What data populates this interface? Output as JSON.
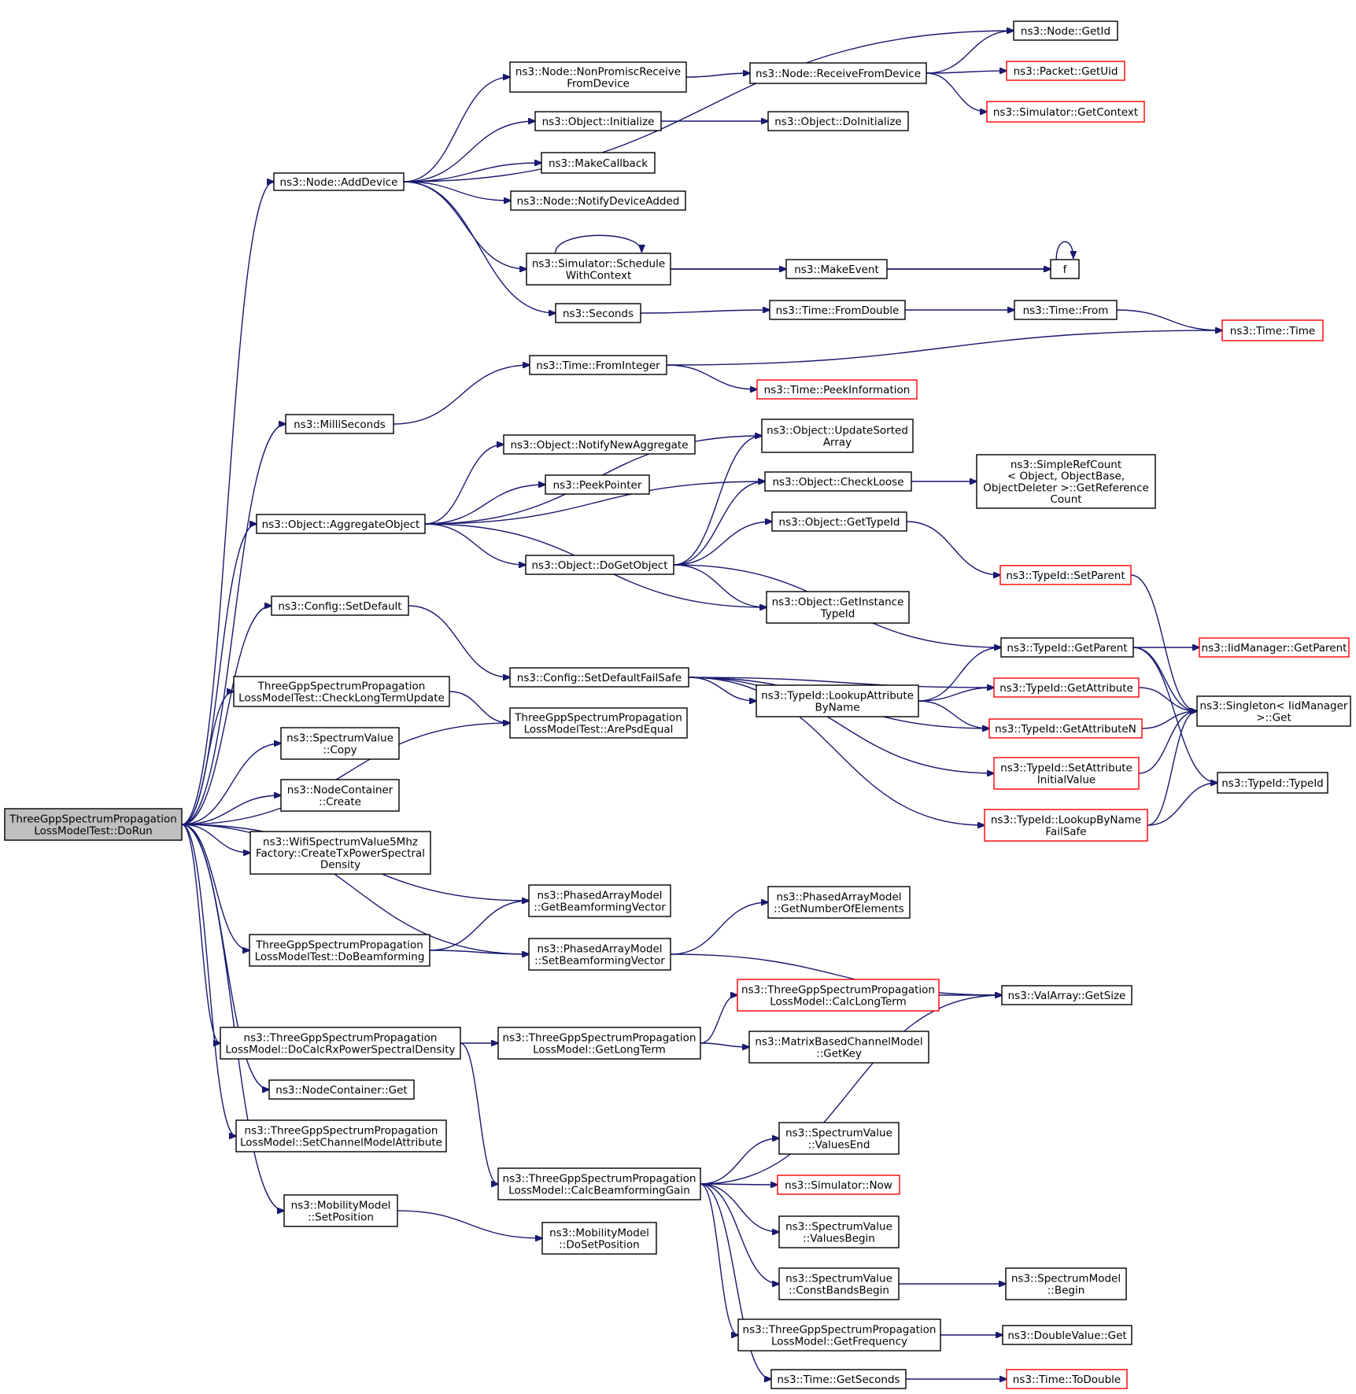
{
  "graph": {
    "edge_color": "#191970",
    "root_fill": "#bfbfbf",
    "truncated_border_color": "#ff0000",
    "nodes": [
      {
        "id": "dorun",
        "label": [
          "ThreeGppSpectrumPropagation",
          "LossModelTest::DoRun"
        ],
        "root": true
      },
      {
        "id": "adddevice",
        "label": [
          "ns3::Node::AddDevice"
        ]
      },
      {
        "id": "nonpromisc",
        "label": [
          "ns3::Node::NonPromiscReceive",
          "FromDevice"
        ]
      },
      {
        "id": "receivefromdevice",
        "label": [
          "ns3::Node::ReceiveFromDevice"
        ]
      },
      {
        "id": "nodegetid",
        "label": [
          "ns3::Node::GetId"
        ]
      },
      {
        "id": "packetgetuid",
        "label": [
          "ns3::Packet::GetUid"
        ],
        "truncated": true
      },
      {
        "id": "simgetcontext",
        "label": [
          "ns3::Simulator::GetContext"
        ],
        "truncated": true
      },
      {
        "id": "objinitialize",
        "label": [
          "ns3::Object::Initialize"
        ]
      },
      {
        "id": "objdoinitialize",
        "label": [
          "ns3::Object::DoInitialize"
        ]
      },
      {
        "id": "makecallback",
        "label": [
          "ns3::MakeCallback"
        ]
      },
      {
        "id": "notifydeviceadded",
        "label": [
          "ns3::Node::NotifyDeviceAdded"
        ]
      },
      {
        "id": "schedulewithcontext",
        "label": [
          "ns3::Simulator::Schedule",
          "WithContext"
        ]
      },
      {
        "id": "makeevent",
        "label": [
          "ns3::MakeEvent"
        ]
      },
      {
        "id": "f",
        "label": [
          "f"
        ]
      },
      {
        "id": "seconds",
        "label": [
          "ns3::Seconds"
        ]
      },
      {
        "id": "timefromdouble",
        "label": [
          "ns3::Time::FromDouble"
        ]
      },
      {
        "id": "timefrom",
        "label": [
          "ns3::Time::From"
        ]
      },
      {
        "id": "timetime",
        "label": [
          "ns3::Time::Time"
        ],
        "truncated": true
      },
      {
        "id": "timefrominteger",
        "label": [
          "ns3::Time::FromInteger"
        ]
      },
      {
        "id": "timepeekinfo",
        "label": [
          "ns3::Time::PeekInformation"
        ],
        "truncated": true
      },
      {
        "id": "milliseconds",
        "label": [
          "ns3::MilliSeconds"
        ]
      },
      {
        "id": "updatesortedarray",
        "label": [
          "ns3::Object::UpdateSorted",
          "Array"
        ]
      },
      {
        "id": "notifynewaggregate",
        "label": [
          "ns3::Object::NotifyNewAggregate"
        ]
      },
      {
        "id": "peekpointer",
        "label": [
          "ns3::PeekPointer"
        ]
      },
      {
        "id": "checkloose",
        "label": [
          "ns3::Object::CheckLoose"
        ]
      },
      {
        "id": "simplerefcount",
        "label": [
          "ns3::SimpleRefCount",
          "< Object, ObjectBase,",
          "ObjectDeleter >::GetReference",
          "Count"
        ]
      },
      {
        "id": "aggregateobject",
        "label": [
          "ns3::Object::AggregateObject"
        ]
      },
      {
        "id": "objgettypeid",
        "label": [
          "ns3::Object::GetTypeId"
        ]
      },
      {
        "id": "dogetobject",
        "label": [
          "ns3::Object::DoGetObject"
        ]
      },
      {
        "id": "typeidsetparent",
        "label": [
          "ns3::TypeId::SetParent"
        ],
        "truncated": true
      },
      {
        "id": "getinstancetypeid",
        "label": [
          "ns3::Object::GetInstance",
          "TypeId"
        ]
      },
      {
        "id": "configsetdefault",
        "label": [
          "ns3::Config::SetDefault"
        ]
      },
      {
        "id": "typeidgetparent",
        "label": [
          "ns3::TypeId::GetParent"
        ]
      },
      {
        "id": "iidmanagergetparent",
        "label": [
          "ns3::IidManager::GetParent"
        ],
        "truncated": true
      },
      {
        "id": "setdefaultfailsafe",
        "label": [
          "ns3::Config::SetDefaultFailSafe"
        ]
      },
      {
        "id": "lookupattributebyname",
        "label": [
          "ns3::TypeId::LookupAttribute",
          "ByName"
        ]
      },
      {
        "id": "typeidgetattribute",
        "label": [
          "ns3::TypeId::GetAttribute"
        ],
        "truncated": true
      },
      {
        "id": "singletonget",
        "label": [
          "ns3::Singleton< IidManager",
          ">::Get"
        ]
      },
      {
        "id": "checklongtermupdate",
        "label": [
          "ThreeGppSpectrumPropagation",
          "LossModelTest::CheckLongTermUpdate"
        ]
      },
      {
        "id": "arepsdequal",
        "label": [
          "ThreeGppSpectrumPropagation",
          "LossModelTest::ArePsdEqual"
        ]
      },
      {
        "id": "getattributen",
        "label": [
          "ns3::TypeId::GetAttributeN"
        ],
        "truncated": true
      },
      {
        "id": "spectrumvaluecopy",
        "label": [
          "ns3::SpectrumValue",
          "::Copy"
        ]
      },
      {
        "id": "setattributeinitialvalue",
        "label": [
          "ns3::TypeId::SetAttribute",
          "InitialValue"
        ],
        "truncated": true
      },
      {
        "id": "typeidtypeid",
        "label": [
          "ns3::TypeId::TypeId"
        ]
      },
      {
        "id": "nodecontainercreate",
        "label": [
          "ns3::NodeContainer",
          "::Create"
        ]
      },
      {
        "id": "lookupbynamefailsafe",
        "label": [
          "ns3::TypeId::LookupByName",
          "FailSafe"
        ],
        "truncated": true
      },
      {
        "id": "wifispectrum",
        "label": [
          "ns3::WifiSpectrumValue5Mhz",
          "Factory::CreateTxPowerSpectral",
          "Density"
        ]
      },
      {
        "id": "getbeamformingvector",
        "label": [
          "ns3::PhasedArrayModel",
          "::GetBeamformingVector"
        ]
      },
      {
        "id": "getnumberofelements",
        "label": [
          "ns3::PhasedArrayModel",
          "::GetNumberOfElements"
        ]
      },
      {
        "id": "dobeamforming",
        "label": [
          "ThreeGppSpectrumPropagation",
          "LossModelTest::DoBeamforming"
        ]
      },
      {
        "id": "setbeamformingvector",
        "label": [
          "ns3::PhasedArrayModel",
          "::SetBeamformingVector"
        ]
      },
      {
        "id": "calclongterm",
        "label": [
          "ns3::ThreeGppSpectrumPropagation",
          "LossModel::CalcLongTerm"
        ],
        "truncated": true
      },
      {
        "id": "valarraygetsize",
        "label": [
          "ns3::ValArray::GetSize"
        ]
      },
      {
        "id": "docalcrx",
        "label": [
          "ns3::ThreeGppSpectrumPropagation",
          "LossModel::DoCalcRxPowerSpectralDensity"
        ]
      },
      {
        "id": "getlongterm",
        "label": [
          "ns3::ThreeGppSpectrumPropagation",
          "LossModel::GetLongTerm"
        ]
      },
      {
        "id": "matrixgetkey",
        "label": [
          "ns3::MatrixBasedChannelModel",
          "::GetKey"
        ]
      },
      {
        "id": "nodecontainerget",
        "label": [
          "ns3::NodeContainer::Get"
        ]
      },
      {
        "id": "setchannelmodelattr",
        "label": [
          "ns3::ThreeGppSpectrumPropagation",
          "LossModel::SetChannelModelAttribute"
        ]
      },
      {
        "id": "valuesend",
        "label": [
          "ns3::SpectrumValue",
          "::ValuesEnd"
        ]
      },
      {
        "id": "calcbeamforminggain",
        "label": [
          "ns3::ThreeGppSpectrumPropagation",
          "LossModel::CalcBeamformingGain"
        ]
      },
      {
        "id": "simulatornow",
        "label": [
          "ns3::Simulator::Now"
        ],
        "truncated": true
      },
      {
        "id": "mobilitysetposition",
        "label": [
          "ns3::MobilityModel",
          "::SetPosition"
        ]
      },
      {
        "id": "valuesbegin",
        "label": [
          "ns3::SpectrumValue",
          "::ValuesBegin"
        ]
      },
      {
        "id": "mobilitydosetposition",
        "label": [
          "ns3::MobilityModel",
          "::DoSetPosition"
        ]
      },
      {
        "id": "constbandsbegin",
        "label": [
          "ns3::SpectrumValue",
          "::ConstBandsBegin"
        ]
      },
      {
        "id": "spectrummodelbegin",
        "label": [
          "ns3::SpectrumModel",
          "::Begin"
        ]
      },
      {
        "id": "getfrequency",
        "label": [
          "ns3::ThreeGppSpectrumPropagation",
          "LossModel::GetFrequency"
        ]
      },
      {
        "id": "doublevalueget",
        "label": [
          "ns3::DoubleValue::Get"
        ]
      },
      {
        "id": "timegetseconds",
        "label": [
          "ns3::Time::GetSeconds"
        ]
      },
      {
        "id": "timetodouble",
        "label": [
          "ns3::Time::ToDouble"
        ],
        "truncated": true
      }
    ],
    "edges": [
      [
        "dorun",
        "adddevice"
      ],
      [
        "dorun",
        "milliseconds"
      ],
      [
        "dorun",
        "aggregateobject"
      ],
      [
        "dorun",
        "configsetdefault"
      ],
      [
        "dorun",
        "arepsdequal"
      ],
      [
        "dorun",
        "checklongtermupdate"
      ],
      [
        "dorun",
        "spectrumvaluecopy"
      ],
      [
        "dorun",
        "nodecontainercreate"
      ],
      [
        "dorun",
        "wifispectrum"
      ],
      [
        "dorun",
        "getbeamformingvector"
      ],
      [
        "dorun",
        "dobeamforming"
      ],
      [
        "dorun",
        "setbeamformingvector"
      ],
      [
        "dorun",
        "docalcrx"
      ],
      [
        "dorun",
        "nodecontainerget"
      ],
      [
        "dorun",
        "setchannelmodelattr"
      ],
      [
        "dorun",
        "mobilitysetposition"
      ],
      [
        "adddevice",
        "nodegetid"
      ],
      [
        "adddevice",
        "nonpromisc"
      ],
      [
        "adddevice",
        "objinitialize"
      ],
      [
        "adddevice",
        "makecallback"
      ],
      [
        "adddevice",
        "notifydeviceadded"
      ],
      [
        "adddevice",
        "schedulewithcontext"
      ],
      [
        "adddevice",
        "seconds"
      ],
      [
        "nonpromisc",
        "receivefromdevice"
      ],
      [
        "receivefromdevice",
        "nodegetid"
      ],
      [
        "receivefromdevice",
        "packetgetuid"
      ],
      [
        "receivefromdevice",
        "simgetcontext"
      ],
      [
        "objinitialize",
        "objdoinitialize"
      ],
      [
        "schedulewithcontext",
        "schedulewithcontext"
      ],
      [
        "schedulewithcontext",
        "f"
      ],
      [
        "schedulewithcontext",
        "makeevent"
      ],
      [
        "makeevent",
        "f"
      ],
      [
        "f",
        "f"
      ],
      [
        "seconds",
        "timefromdouble"
      ],
      [
        "timefromdouble",
        "timefrom"
      ],
      [
        "timefrom",
        "timetime"
      ],
      [
        "milliseconds",
        "timefrominteger"
      ],
      [
        "timefrominteger",
        "timetime"
      ],
      [
        "timefrominteger",
        "timepeekinfo"
      ],
      [
        "aggregateobject",
        "updatesortedarray"
      ],
      [
        "aggregateobject",
        "notifynewaggregate"
      ],
      [
        "aggregateobject",
        "peekpointer"
      ],
      [
        "aggregateobject",
        "checkloose"
      ],
      [
        "aggregateobject",
        "dogetobject"
      ],
      [
        "aggregateobject",
        "getinstancetypeid"
      ],
      [
        "dogetobject",
        "updatesortedarray"
      ],
      [
        "dogetobject",
        "checkloose"
      ],
      [
        "dogetobject",
        "objgettypeid"
      ],
      [
        "dogetobject",
        "getinstancetypeid"
      ],
      [
        "dogetobject",
        "typeidgetparent"
      ],
      [
        "checkloose",
        "simplerefcount"
      ],
      [
        "objgettypeid",
        "typeidsetparent"
      ],
      [
        "typeidsetparent",
        "singletonget"
      ],
      [
        "configsetdefault",
        "setdefaultfailsafe"
      ],
      [
        "setdefaultfailsafe",
        "typeidgetattribute"
      ],
      [
        "setdefaultfailsafe",
        "lookupattributebyname"
      ],
      [
        "setdefaultfailsafe",
        "getattributen"
      ],
      [
        "setdefaultfailsafe",
        "setattributeinitialvalue"
      ],
      [
        "setdefaultfailsafe",
        "lookupbynamefailsafe"
      ],
      [
        "lookupattributebyname",
        "typeidgetparent"
      ],
      [
        "lookupattributebyname",
        "typeidgetattribute"
      ],
      [
        "lookupattributebyname",
        "getattributen"
      ],
      [
        "typeidgetparent",
        "iidmanagergetparent"
      ],
      [
        "typeidgetparent",
        "singletonget"
      ],
      [
        "typeidgetparent",
        "typeidtypeid"
      ],
      [
        "typeidgetattribute",
        "singletonget"
      ],
      [
        "getattributen",
        "singletonget"
      ],
      [
        "setattributeinitialvalue",
        "singletonget"
      ],
      [
        "lookupbynamefailsafe",
        "singletonget"
      ],
      [
        "lookupbynamefailsafe",
        "typeidtypeid"
      ],
      [
        "checklongtermupdate",
        "arepsdequal"
      ],
      [
        "dobeamforming",
        "getbeamformingvector"
      ],
      [
        "dobeamforming",
        "setbeamformingvector"
      ],
      [
        "setbeamformingvector",
        "getnumberofelements"
      ],
      [
        "setbeamformingvector",
        "valarraygetsize"
      ],
      [
        "docalcrx",
        "getlongterm"
      ],
      [
        "docalcrx",
        "calcbeamforminggain"
      ],
      [
        "getlongterm",
        "calclongterm"
      ],
      [
        "getlongterm",
        "matrixgetkey"
      ],
      [
        "calclongterm",
        "valarraygetsize"
      ],
      [
        "calcbeamforminggain",
        "valarraygetsize"
      ],
      [
        "calcbeamforminggain",
        "valuesend"
      ],
      [
        "calcbeamforminggain",
        "simulatornow"
      ],
      [
        "calcbeamforminggain",
        "valuesbegin"
      ],
      [
        "calcbeamforminggain",
        "constbandsbegin"
      ],
      [
        "calcbeamforminggain",
        "getfrequency"
      ],
      [
        "calcbeamforminggain",
        "timegetseconds"
      ],
      [
        "constbandsbegin",
        "spectrummodelbegin"
      ],
      [
        "getfrequency",
        "doublevalueget"
      ],
      [
        "timegetseconds",
        "timetodouble"
      ],
      [
        "mobilitysetposition",
        "mobilitydosetposition"
      ]
    ]
  }
}
